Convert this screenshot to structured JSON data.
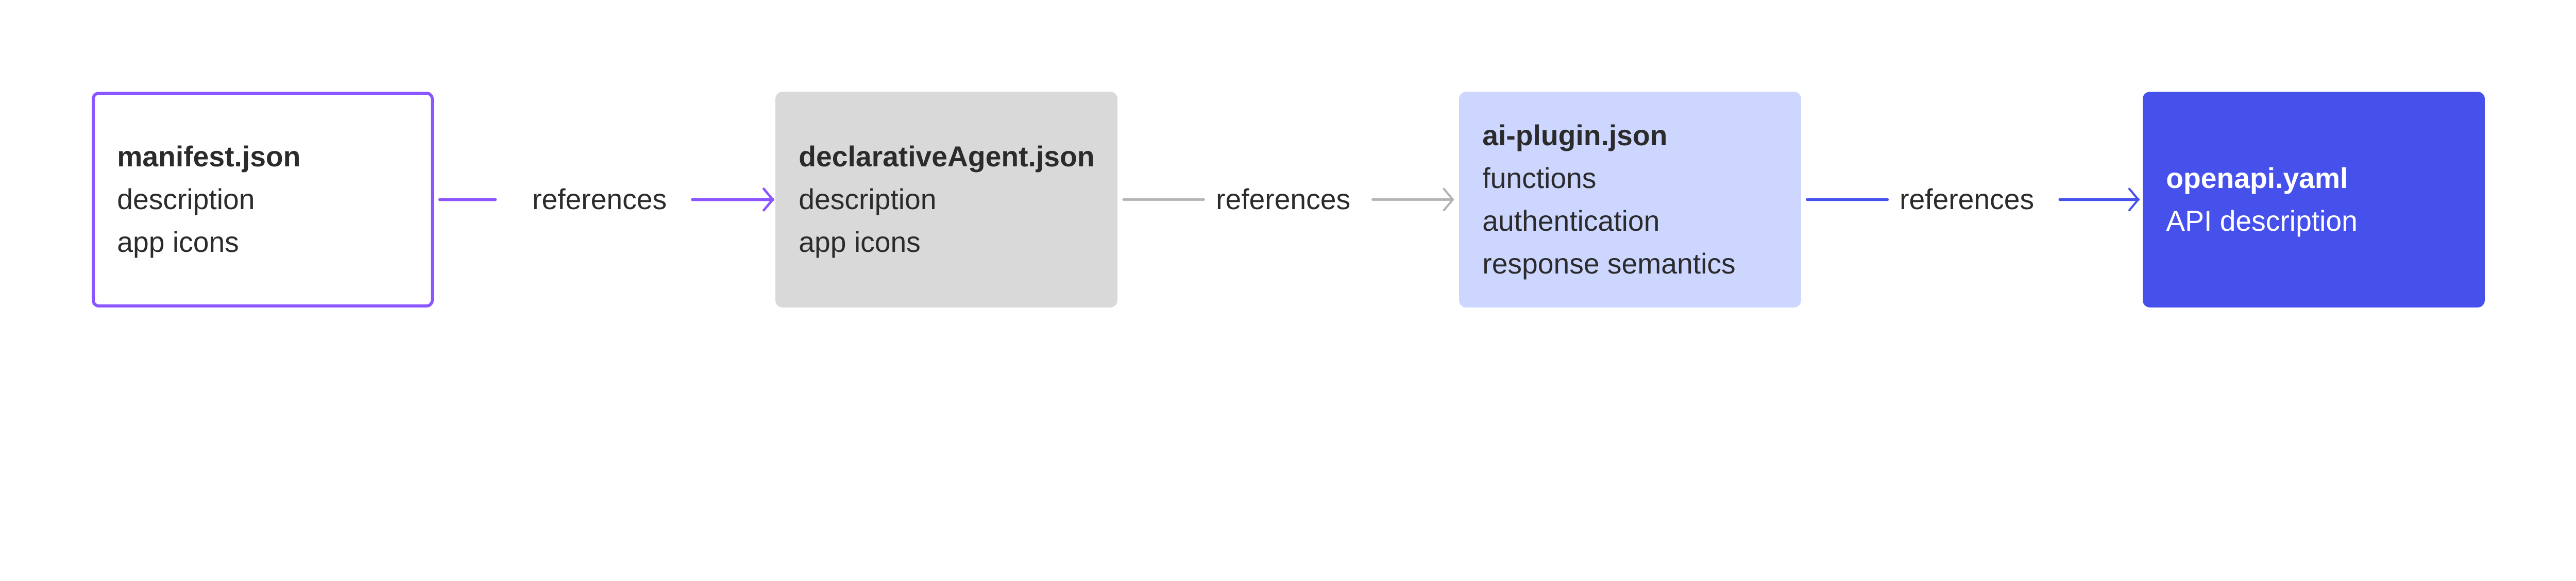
{
  "nodes": [
    {
      "title": "manifest.json",
      "lines": [
        "description",
        "app icons"
      ],
      "color": "#8B55FF"
    },
    {
      "title": "declarativeAgent.json",
      "lines": [
        "description",
        "app icons"
      ],
      "color": "#D9D9D9"
    },
    {
      "title": "ai-plugin.json",
      "lines": [
        "functions",
        "authentication",
        "response semantics"
      ],
      "color": "#CDD6FF"
    },
    {
      "title": "openapi.yaml",
      "lines": [
        "API description"
      ],
      "color": "#4650EB"
    }
  ],
  "edges": [
    {
      "label": "references",
      "color": "#8B55FF"
    },
    {
      "label": "references",
      "color": "#B3B3B3"
    },
    {
      "label": "references",
      "color": "#4650EB"
    }
  ]
}
